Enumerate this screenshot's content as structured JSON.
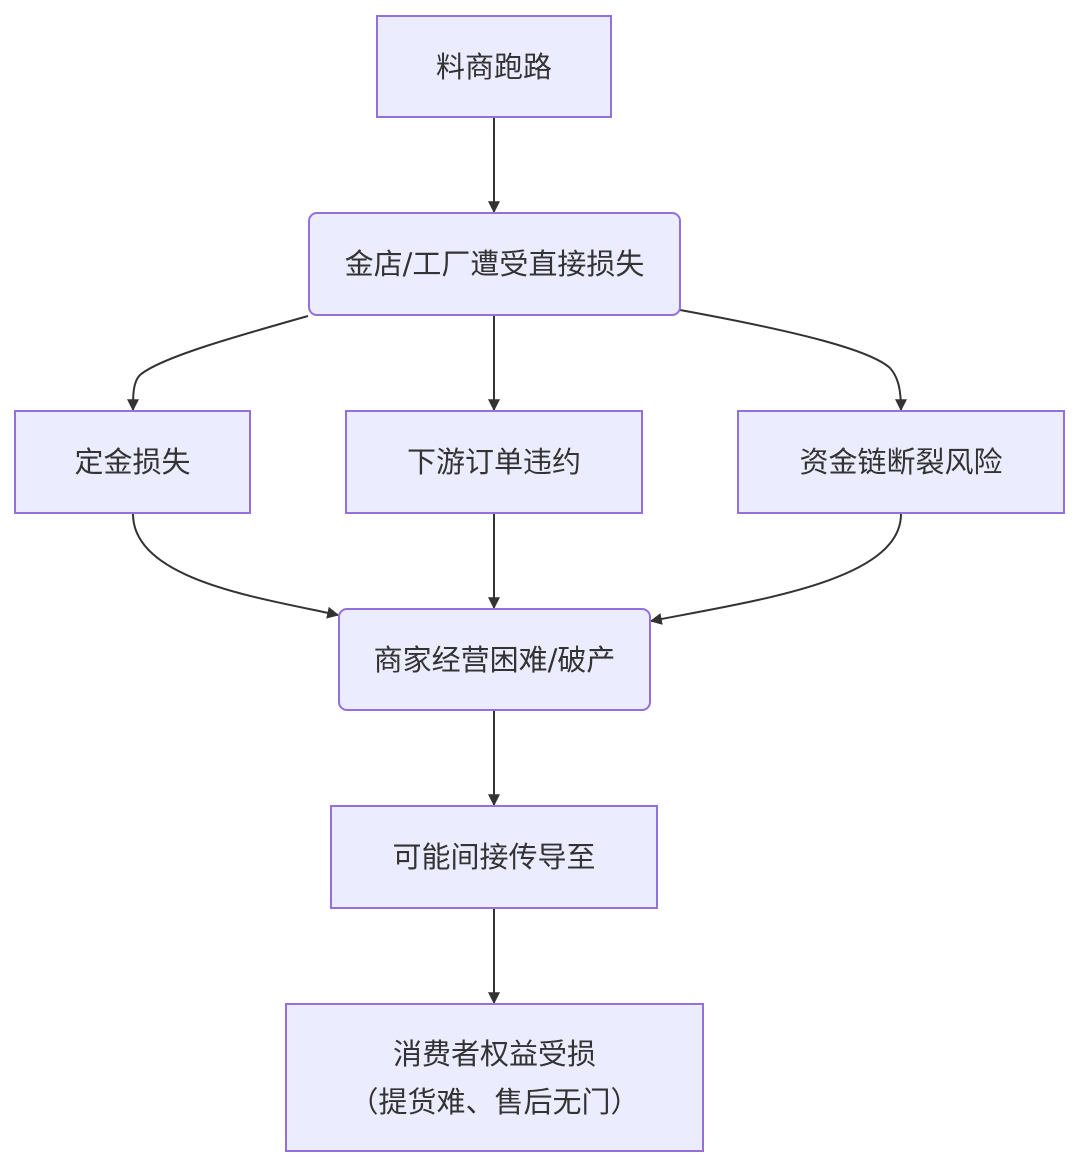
{
  "nodes": {
    "n1": {
      "label": "料商跑路"
    },
    "n2": {
      "label": "金店/工厂遭受直接损失"
    },
    "n3": {
      "label": "定金损失"
    },
    "n4": {
      "label": "下游订单违约"
    },
    "n5": {
      "label": "资金链断裂风险"
    },
    "n6": {
      "label": "商家经营困难/破产"
    },
    "n7": {
      "label": "可能间接传导至"
    },
    "n8": {
      "line1": "消费者权益受损",
      "line2": "（提货难、售后无门）"
    }
  },
  "edges": [
    {
      "from": "料商跑路",
      "to": "金店/工厂遭受直接损失"
    },
    {
      "from": "金店/工厂遭受直接损失",
      "to": "定金损失"
    },
    {
      "from": "金店/工厂遭受直接损失",
      "to": "下游订单违约"
    },
    {
      "from": "金店/工厂遭受直接损失",
      "to": "资金链断裂风险"
    },
    {
      "from": "定金损失",
      "to": "商家经营困难/破产"
    },
    {
      "from": "下游订单违约",
      "to": "商家经营困难/破产"
    },
    {
      "from": "资金链断裂风险",
      "to": "商家经营困难/破产"
    },
    {
      "from": "商家经营困难/破产",
      "to": "可能间接传导至"
    },
    {
      "from": "可能间接传导至",
      "to": "消费者权益受损（提货难、售后无门）"
    }
  ],
  "colors": {
    "node_fill": "#ececff",
    "node_border": "#9370db",
    "edge": "#333333",
    "text": "#333333"
  }
}
